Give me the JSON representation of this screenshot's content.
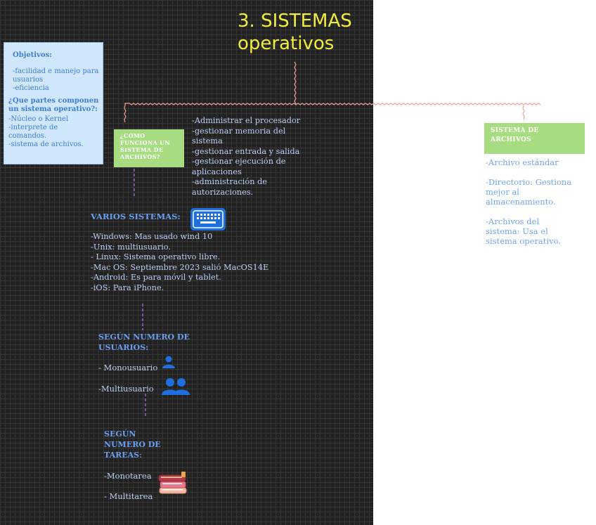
{
  "title": {
    "line1": "3. SISTEMAS",
    "line2": "operativos"
  },
  "objectives_box": {
    "heading": "Objetivos:",
    "items": [
      "-facilidad e manejo para",
      "usuarios",
      "-eficiencia"
    ],
    "parts_heading": [
      "¿Que partes componen",
      "un sistema operativo?:"
    ],
    "parts": [
      "-Núcleo o Kernel",
      "-interprete de",
      "comandos.",
      "-sistema de archivos."
    ]
  },
  "how_box": {
    "label": [
      "¿COMO",
      "FUNCIONA UN",
      "SISTEMA DE",
      "ARCHIVOS?"
    ]
  },
  "functions": [
    "-Administrar el procesador",
    "-gestionar memoria del",
    "sistema",
    "-gestionar entrada y salida",
    "-gestionar ejecución de",
    "aplicaciones",
    "-administración de",
    "autorizaciones."
  ],
  "file_system_box": {
    "label": [
      "SISTEMA DE",
      "ARCHIVOS"
    ]
  },
  "file_types": [
    "-Archivo estándar",
    "",
    "-Directorio: Gestiona",
    "mejor al",
    "almacenamiento.",
    "",
    "-Archivos del",
    "sistema: Usa el",
    "sistema operativo."
  ],
  "systems": {
    "heading": "VARIOS SISTEMAS:",
    "items": [
      "-Windows: Mas usado wind 10",
      "-Unix: multiusuario.",
      "- Linux: Sistema operativo libre.",
      "-Mac OS: Septiembre 2023 salió MacOS14E",
      "-Android: Es para móvil y tablet.",
      "-iOS: Para iPhone."
    ]
  },
  "users": {
    "heading": [
      "SEGÚN NUMERO DE",
      "USUARIOS:"
    ],
    "single": "- Monousuario",
    "multi": "-Multiusuario"
  },
  "tasks": {
    "heading": [
      "SEGÚN",
      "NUMERO DE",
      "TAREAS"
    ],
    "heading_suffix": ":",
    "single": "-Monotarea",
    "multi": "- Multitarea"
  },
  "icons": {
    "keyboard": "keyboard-icon",
    "single_user": "person-icon",
    "multi_user": "people-icon",
    "books": "books-icon"
  },
  "colors": {
    "board": "#222222",
    "title": "#f2ec3c",
    "connector": "#f0a090",
    "dashed": "#b86fe0",
    "accent_blue": "#1f6fe0",
    "green_box": "#a8dc80",
    "light_blue_box": "#cfe6fb"
  }
}
